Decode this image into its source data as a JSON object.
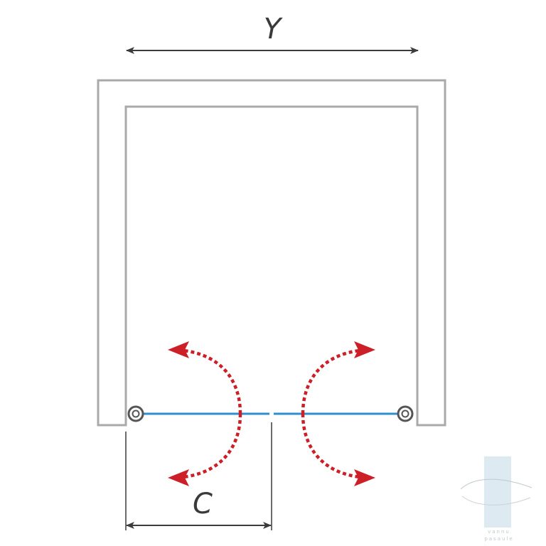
{
  "labels": {
    "width_dimension": "Y",
    "door_dimension": "C"
  },
  "watermark": {
    "line1": "vannu",
    "line2": "pasaule"
  },
  "colors": {
    "wall": "#a9a9a9",
    "dimension_line": "#3c3c3c",
    "glass": "#2f8fcc",
    "swing_arrow": "#cc1f28",
    "hinge": "#555555",
    "watermark_bar": "#cfe0ec"
  },
  "icons": {
    "hinge_left": "hinge-icon",
    "hinge_right": "hinge-icon",
    "arrow": "swing-arrow-icon"
  }
}
